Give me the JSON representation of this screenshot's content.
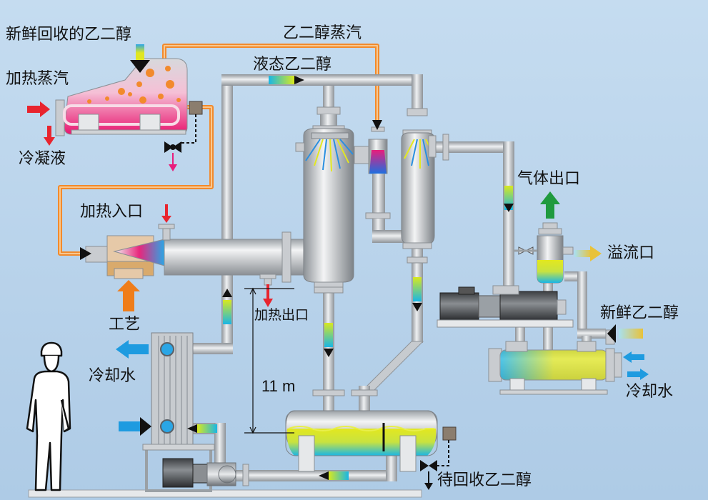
{
  "labels": {
    "fresh_recovered_glycol": "新鲜回收的乙二醇",
    "heating_steam": "加热蒸汽",
    "condensate": "冷凝液",
    "glycol_vapor": "乙二醇蒸汽",
    "liquid_glycol": "液态乙二醇",
    "heating_inlet": "加热入口",
    "heating_outlet": "加热出口",
    "process": "工艺",
    "cooling_water_left": "冷却水",
    "cooling_water_right": "冷却水",
    "gas_outlet": "气体出口",
    "overflow": "溢流口",
    "fresh_glycol": "新鲜乙二醇",
    "glycol_to_recover": "待回收乙二醇",
    "height": "11 m"
  },
  "colors": {
    "background": "#b9d3ea",
    "pipe": "#b9bdc2",
    "vapor_line": "#f28a2c",
    "flow_arrow_red": "#e8242e",
    "flow_arrow_blue": "#1e9be0",
    "flow_arrow_green": "#1f9a3e",
    "flow_arrow_orange": "#ef7d1a",
    "liquid_yellow": "#e3e81f",
    "liquid_cyan": "#19b6e6",
    "hot_magenta": "#e81e7c"
  }
}
